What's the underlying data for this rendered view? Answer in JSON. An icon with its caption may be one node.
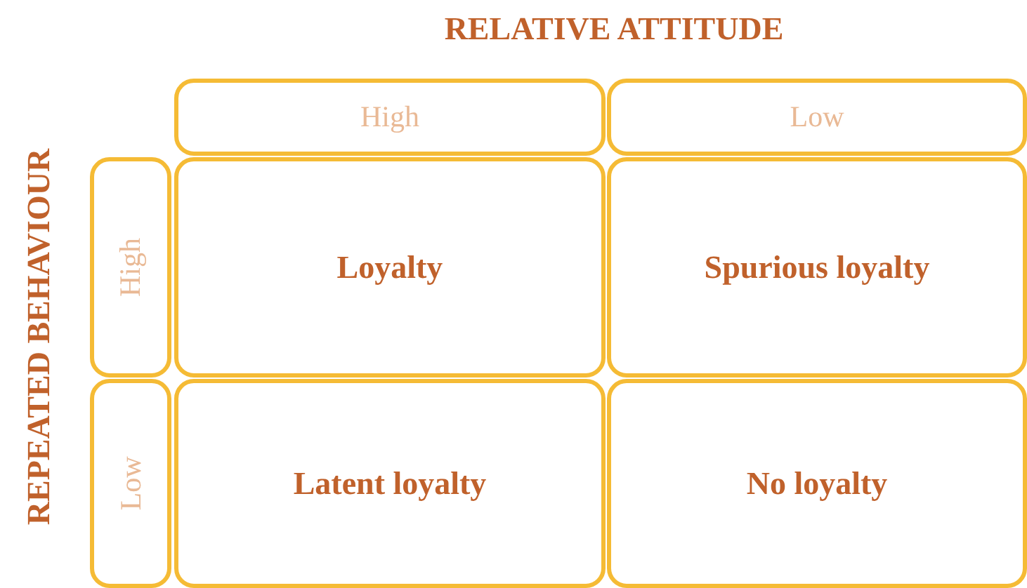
{
  "diagram": {
    "nodes": [
      {
        "text": [
          "High"
        ]
      },
      {
        "text": [
          "Low"
        ]
      },
      {
        "text": [
          "High"
        ]
      },
      {
        "text": [
          "Loyalty"
        ]
      },
      {
        "text": [
          "Spurious loyalty"
        ]
      },
      {
        "text": [
          "Low"
        ]
      },
      {
        "text": [
          "Latent loyalty"
        ]
      },
      {
        "text": [
          "No loyalty"
        ]
      }
    ],
    "edges": [],
    "labels": [
      "RELATIVE ATTITUDE",
      "REPEATED BEHAVIOUR"
    ]
  }
}
